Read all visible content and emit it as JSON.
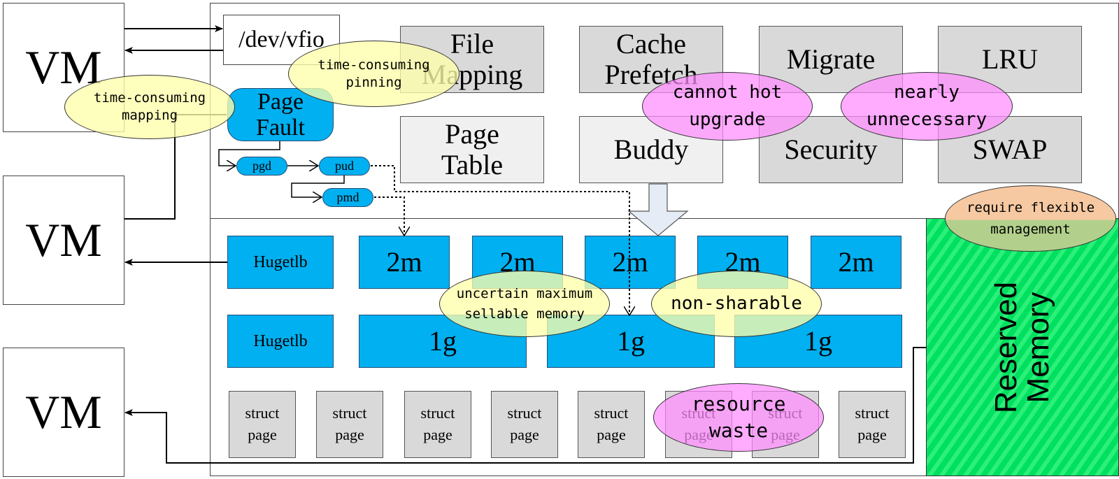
{
  "vms": [
    {
      "label": "VM"
    },
    {
      "label": "VM"
    },
    {
      "label": "VM"
    }
  ],
  "kernel": {
    "vfio": "/dev/vfio",
    "page_fault": "Page Fault",
    "page_table_walk": [
      "pgd",
      "pud",
      "pmd"
    ],
    "subsystems": [
      {
        "label": "File Mapping",
        "style": "gray"
      },
      {
        "label": "Cache Prefetch",
        "style": "gray"
      },
      {
        "label": "Migrate",
        "style": "gray"
      },
      {
        "label": "LRU",
        "style": "gray"
      },
      {
        "label": "Page Table",
        "style": "lightgray"
      },
      {
        "label": "Buddy",
        "style": "lightgray"
      },
      {
        "label": "Security",
        "style": "gray"
      },
      {
        "label": "SWAP",
        "style": "gray"
      }
    ]
  },
  "memory": {
    "hugetlb_rows": [
      {
        "label": "Hugetlb",
        "pages": [
          "2m",
          "2m",
          "2m",
          "2m",
          "2m"
        ]
      },
      {
        "label": "Hugetlb",
        "pages": [
          "1g",
          "1g",
          "1g"
        ]
      }
    ],
    "struct_pages": [
      "struct page",
      "struct page",
      "struct page",
      "struct page",
      "struct page",
      "struct page",
      "struct page",
      "struct page"
    ],
    "reserved": {
      "line1": "Reserved",
      "line2": "Memory"
    }
  },
  "annotations": [
    {
      "text": "time-consuming mapping",
      "line1": "time-consuming",
      "line2": "mapping",
      "color": "yellow"
    },
    {
      "text": "time-consuming pinning",
      "line1": "time-consuming",
      "line2": "pinning",
      "color": "yellow"
    },
    {
      "text": "cannot hot upgrade",
      "line1": "cannot hot",
      "line2": "upgrade",
      "color": "pink"
    },
    {
      "text": "nearly unnecessary",
      "line1": "nearly",
      "line2": "unnecessary",
      "color": "pink"
    },
    {
      "text": "require flexible management",
      "line1": "require flexible",
      "line2": "management",
      "color": "peach"
    },
    {
      "text": "uncertain maximum sellable memory",
      "line1": "uncertain maximum",
      "line2": "sellable memory",
      "color": "yellow"
    },
    {
      "text": "non-sharable",
      "line1": "non-sharable",
      "line2": "",
      "color": "yellow"
    },
    {
      "text": "resource waste",
      "line1": "resource",
      "line2": "waste",
      "color": "pink"
    }
  ],
  "colors": {
    "huge_page_blue": "#00b0f0",
    "subsystem_gray": "#d9d9d9",
    "reserved_green": "#00e060",
    "cloud_yellow": "#ffffaa",
    "cloud_pink": "#ff8cff"
  }
}
